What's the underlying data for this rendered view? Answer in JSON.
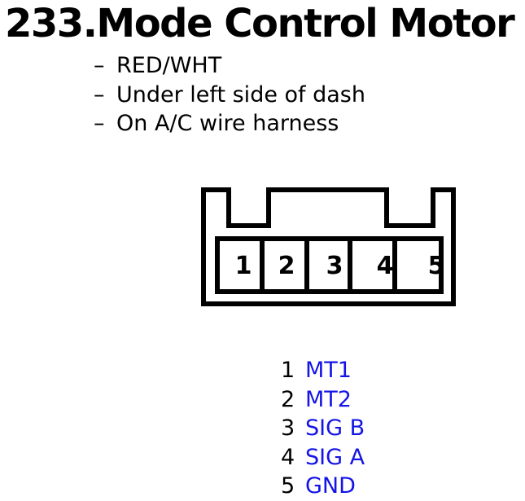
{
  "colors": {
    "background": "#ffffff",
    "ink": "#000000",
    "pin_label_blue": "#1414e6"
  },
  "title": "233.Mode Control Motor",
  "notes": {
    "marker": "–",
    "items": [
      "RED/WHT",
      "Under left side of dash",
      "On A/C wire harness"
    ]
  },
  "connector": {
    "pins": [
      "1",
      "2",
      "3",
      "4",
      "5"
    ]
  },
  "pin_assignments": {
    "rows": [
      {
        "pin": "1",
        "label": "MT1"
      },
      {
        "pin": "2",
        "label": "MT2"
      },
      {
        "pin": "3",
        "label": "SIG B"
      },
      {
        "pin": "4",
        "label": "SIG A"
      },
      {
        "pin": "5",
        "label": "GND"
      }
    ]
  }
}
